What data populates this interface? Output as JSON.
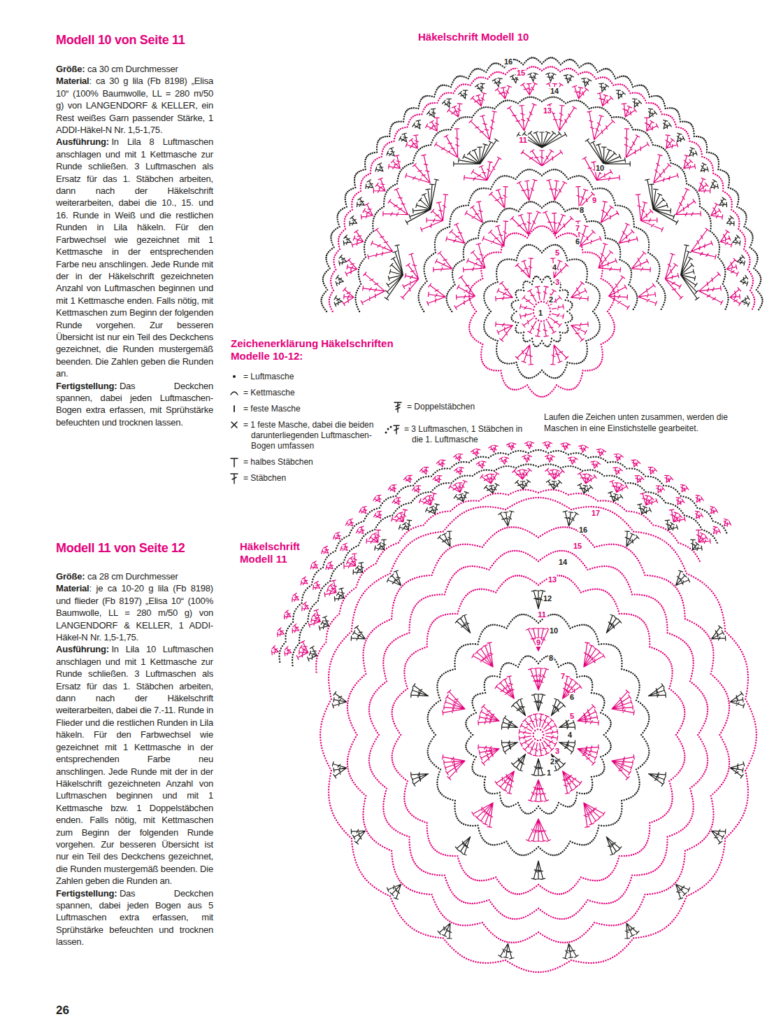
{
  "diagram": {
    "labels": [
      "Modell 10 von Seite 11",
      "Größe:",
      "ca 30 cm Durchmesser",
      "Material",
      ": ca 30 g lila (Fb 8198) „Elisa 10“ (100% Baumwolle, LL = 280 m/50 g) von LANGENDORF & KELLER, ein Rest weißes Garn passender Stärke, 1 ADDI-Häkel-N Nr. 1,5-1,75.",
      "Ausführung:",
      "In Lila 8 Luftmaschen anschlagen und mit 1 Kettmasche zur Runde schließen. 3 Luftmaschen als Ersatz für das 1. Stäbchen arbeiten, dann nach der Häkelschrift weiterarbeiten, dabei die 10., 15. und 16. Runde in Weiß und die restlichen Runden in Lila häkeln. Für den Farbwechsel wie gezeichnet mit 1 Kettmasche in der entsprechenden Farbe neu anschlingen. Jede Runde mit der in der Häkelschrift gezeichneten Anzahl von Luftmaschen beginnen und mit 1 Kettmasche enden. Falls nötig, mit Kettmaschen zum Beginn der folgenden Runde vorgehen. Zur besseren Übersicht ist nur ein Teil des Deckchens gezeichnet, die Runden mustergemäß beenden. Die Zahlen geben die Runden an.",
      "Fertigstellung:",
      "Das Deckchen spannen, dabei jeden Luftmaschen-Bogen extra erfassen, mit Sprühstärke befeuchten und trocknen lassen.",
      "Häkelschrift Modell 10",
      "1",
      "2",
      "3",
      "4",
      "5",
      "6",
      "7",
      "8",
      "9",
      "10",
      "11",
      "13",
      "14",
      "15",
      "16",
      "Zeichenerklärung Häkelschriften Modelle 10-12:",
      "Laufen die Zeichen unten zusammen, werden die Maschen in eine Einstichstelle gearbeitet.",
      "Modell 11 von Seite 12",
      "Größe:",
      "ca 28 cm Durchmesser",
      "Material",
      ": je ca 10-20 g lila (Fb 8198) und flieder (Fb 8197) „Elisa 10“ (100% Baumwolle, LL = 280 m/50 g) von LANGENDORF & KELLER, 1 ADDI-Häkel-N Nr. 1,5-1,75.",
      "Ausführung:",
      "In Lila 10 Luftmaschen anschlagen und mit 1 Kettmasche zur Runde schließen. 3 Luftmaschen als Ersatz für das 1. Stäbchen arbeiten, dann nach der Häkelschrift weiterarbeiten, dabei die 7.-11. Runde in Flieder und die restlichen Runden in Lila häkeln. Für den Farbwechsel wie gezeichnet mit 1 Kettmasche in der entsprechenden Farbe neu anschlingen. Jede Runde mit der in der Häkelschrift gezeichneten Anzahl von Luftmaschen beginnen und mit 1 Kettmasche bzw. 1 Doppelstäbchen enden. Falls nötig, mit Kettmaschen zum Beginn der folgenden Runde vorgehen. Zur besseren Übersicht ist nur ein Teil des Deckchens gezeichnet, die Runden mustergemäß beenden. Die Zahlen geben die Runden an.",
      "Fertigstellung:",
      "Das Deckchen spannen, dabei jeden Bogen aus 5 Luftmaschen extra erfassen, mit Sprühstärke befeuchten und trocknen lassen.",
      "Häkelschrift Modell 11",
      "1",
      "2",
      "3",
      "4",
      "5",
      "6",
      "7",
      "8",
      "9",
      "10",
      "11",
      "12",
      "13",
      "14",
      "15",
      "16",
      "17",
      "26"
    ],
    "legend": [
      {
        "text": "= Luftmasche"
      },
      {
        "text": "= Kettmasche"
      },
      {
        "text": "= feste Masche"
      },
      {
        "text": "= 1 feste Masche, dabei die beiden darunterliegenden Luftmaschen-Bogen umfassen"
      },
      {
        "text": "= halbes Stäbchen"
      },
      {
        "text": "= Stäbchen"
      },
      {
        "text": "= Doppelstäbchen"
      },
      {
        "text": "= 3 Luftmaschen, 1 Stäbchen in die 1. Luftmasche"
      }
    ]
  }
}
